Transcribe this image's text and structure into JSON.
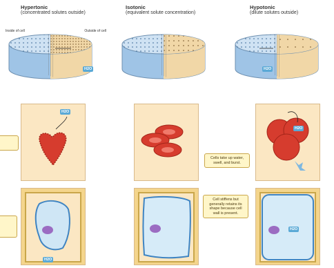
{
  "columns": [
    {
      "title": "Hypertonic",
      "subtitle": "(concentrated solutes outside)"
    },
    {
      "title": "Isotonic",
      "subtitle": "(equivalent solute concentration)"
    },
    {
      "title": "Hypotonic",
      "subtitle": "(dilute solutes outside)"
    }
  ],
  "dish_labels": {
    "inside": "Inside of cell",
    "outside": "Outside of cell"
  },
  "h2o_label": "H2O",
  "notes": {
    "hypotonic_animal": "Cells take up water, swell, and burst.",
    "isotonic_plant": "Cell stiffens but generally retains its shape because cell wall is present."
  },
  "colors": {
    "cell_interior": "#9fc4e6",
    "outside_solution": "#f1d7a7",
    "panel_bg": "#fbe7c3",
    "rbc": "#d63c2e"
  }
}
